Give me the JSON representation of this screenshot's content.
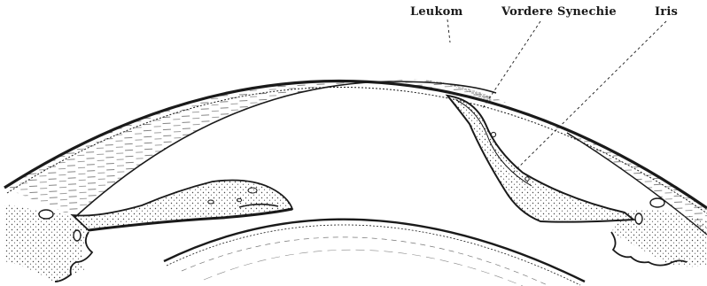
{
  "labels": {
    "leukom": "Leukom",
    "vordere_synechie": "Vordere Synechie",
    "iris": "Iris"
  },
  "colors": {
    "ink": "#1a1a1a",
    "background": "#ffffff",
    "hatch": "#555555"
  }
}
